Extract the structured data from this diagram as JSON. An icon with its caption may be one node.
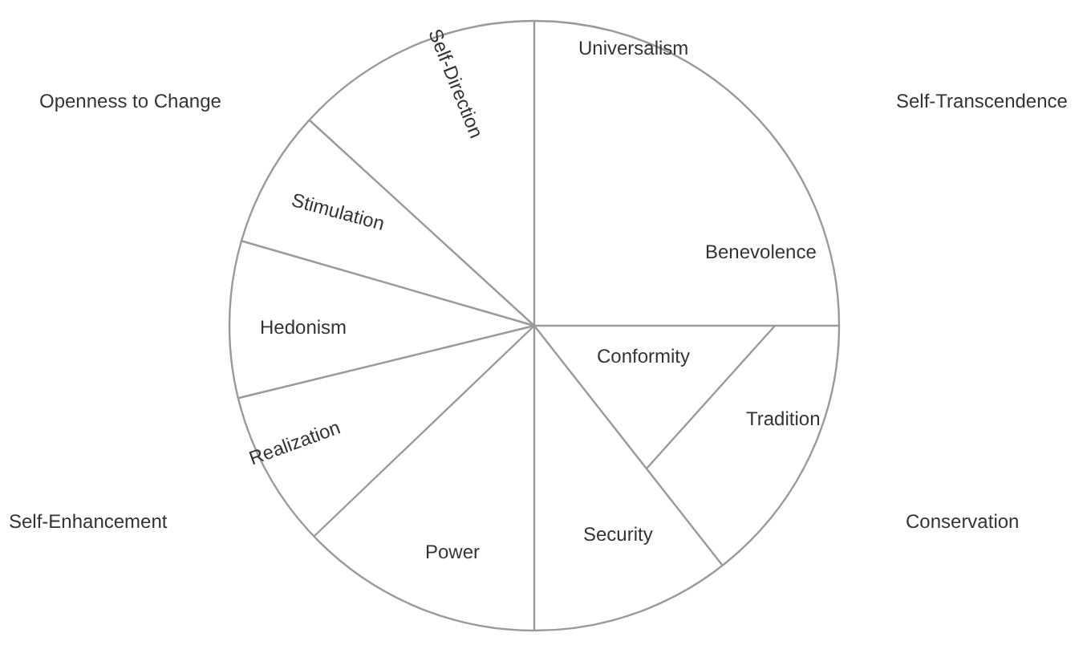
{
  "diagram": {
    "nodes": [
      {
        "text": [
          "Universalism"
        ]
      },
      {
        "text": [
          "Self-Direction"
        ]
      },
      {
        "text": [
          "Stimulation"
        ]
      },
      {
        "text": [
          "Benevolence"
        ]
      },
      {
        "text": [
          "Hedonism"
        ]
      },
      {
        "text": [
          "Conformity"
        ]
      },
      {
        "text": [
          "Tradition"
        ]
      },
      {
        "text": [
          "Realization"
        ]
      },
      {
        "text": [
          "Security"
        ]
      },
      {
        "text": [
          "Power"
        ]
      }
    ],
    "edges": [],
    "labels": [
      "Openness to Change",
      "Self-Transcendence",
      "Self-Enhancement",
      "Conservation"
    ]
  }
}
